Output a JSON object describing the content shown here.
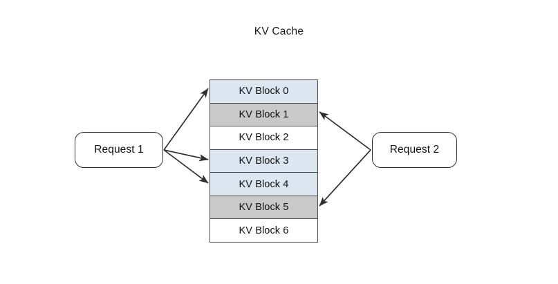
{
  "diagram": {
    "title": "KV Cache",
    "background_color": "#ffffff",
    "text_color": "#111111",
    "line_color": "#2f2f2f"
  },
  "palette": {
    "block_blue": "#dce6f1",
    "block_gray": "#c9c9c9",
    "block_white": "#ffffff",
    "block_border": "#4a4a4a",
    "box_border": "#2f2f2f"
  },
  "kv_cache": {
    "label": "KV Cache",
    "blocks": [
      {
        "label": "KV Block 0",
        "fill": "blue"
      },
      {
        "label": "KV Block 1",
        "fill": "gray"
      },
      {
        "label": "KV Block 2",
        "fill": "white"
      },
      {
        "label": "KV Block 3",
        "fill": "blue"
      },
      {
        "label": "KV Block 4",
        "fill": "blue"
      },
      {
        "label": "KV Block 5",
        "fill": "gray"
      },
      {
        "label": "KV Block 6",
        "fill": "white"
      }
    ]
  },
  "requests": [
    {
      "label": "Request 1",
      "side": "left",
      "targets": [
        "KV Block 0",
        "KV Block 3",
        "KV Block 4"
      ]
    },
    {
      "label": "Request 2",
      "side": "right",
      "targets": [
        "KV Block 1",
        "KV Block 5"
      ]
    }
  ],
  "connections": [
    {
      "from": "Request 1",
      "to": "KV Block 0",
      "arrow": "to-block"
    },
    {
      "from": "Request 1",
      "to": "KV Block 3",
      "arrow": "to-block"
    },
    {
      "from": "Request 1",
      "to": "KV Block 4",
      "arrow": "to-block"
    },
    {
      "from": "Request 2",
      "to": "KV Block 1",
      "arrow": "to-block"
    },
    {
      "from": "Request 2",
      "to": "KV Block 5",
      "arrow": "to-block"
    }
  ]
}
